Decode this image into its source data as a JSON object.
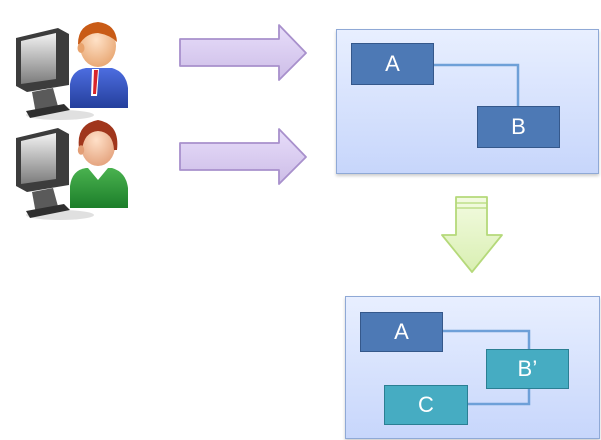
{
  "diagram": {
    "users": [
      {
        "name": "user-blue-suit",
        "shirt_color": "#2f54b8",
        "tie_color": "#d8252b"
      },
      {
        "name": "user-green-shirt",
        "shirt_color": "#2b8f34"
      }
    ],
    "arrow_colors": {
      "transfer_fill": "#ddd0f3",
      "transfer_stroke": "#a890cc",
      "down_fill": "#e7f7c5",
      "down_stroke": "#b5d97a"
    },
    "top_panel": {
      "node_a_label": "A",
      "node_b_label": "B"
    },
    "bottom_panel": {
      "node_a_label": "A",
      "node_b_label": "B’",
      "node_c_label": "C"
    }
  }
}
